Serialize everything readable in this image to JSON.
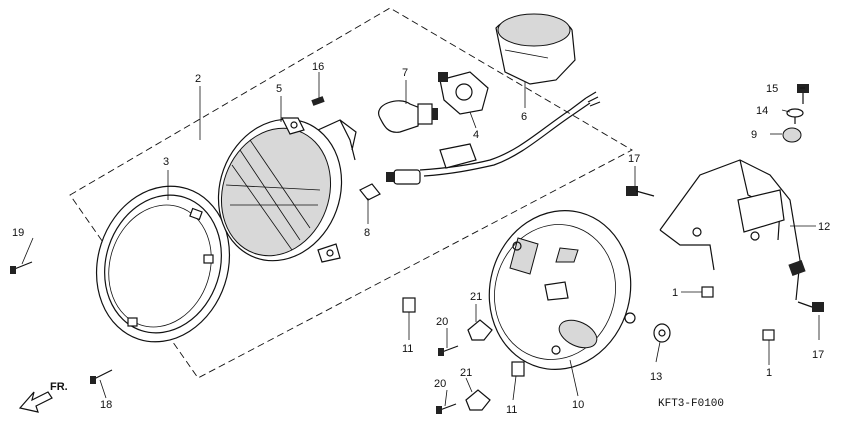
{
  "diagram": {
    "code": "KFT3-F0100",
    "direction_label": "FR.",
    "callouts": {
      "c1a": "1",
      "c1b": "1",
      "c2": "2",
      "c3": "3",
      "c4": "4",
      "c5": "5",
      "c6": "6",
      "c7": "7",
      "c8": "8",
      "c9": "9",
      "c10": "10",
      "c11a": "11",
      "c11b": "11",
      "c12": "12",
      "c13": "13",
      "c14": "14",
      "c15": "15",
      "c16": "16",
      "c17a": "17",
      "c17b": "17",
      "c18": "18",
      "c19": "19",
      "c20a": "20",
      "c20b": "20",
      "c21a": "21",
      "c21b": "21"
    }
  }
}
